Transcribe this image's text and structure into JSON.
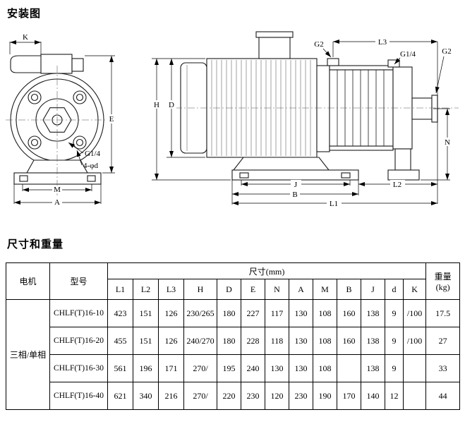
{
  "page": {
    "install_title": "安装图",
    "dims_title": "尺寸和重量"
  },
  "diagram": {
    "front": {
      "k": "K",
      "e": "E",
      "g14": "G1/4",
      "holes": "4-φd",
      "m": "M",
      "a": "A"
    },
    "side": {
      "h": "H",
      "d": "D",
      "g2_top": "G2",
      "l3": "L3",
      "g14": "G1/4",
      "g2_right": "G2",
      "n": "N",
      "j": "J",
      "b": "B",
      "l2": "L2",
      "l1": "L1"
    }
  },
  "table": {
    "headers": {
      "motor": "电机",
      "model": "型号",
      "dims": "尺寸(mm)",
      "weight_line1": "重量",
      "weight_line2": "(kg)",
      "dim_cols": [
        "L1",
        "L2",
        "L3",
        "H",
        "D",
        "E",
        "N",
        "A",
        "M",
        "B",
        "J",
        "d",
        "K"
      ]
    },
    "motor_group": "三相/单相",
    "rows": [
      {
        "model": "CHLF(T)16-10",
        "dims": [
          "423",
          "151",
          "126",
          "230/265",
          "180",
          "227",
          "117",
          "130",
          "108",
          "160",
          "138",
          "9",
          "/100"
        ],
        "weight": "17.5"
      },
      {
        "model": "CHLF(T)16-20",
        "dims": [
          "455",
          "151",
          "126",
          "240/270",
          "180",
          "228",
          "118",
          "130",
          "108",
          "160",
          "138",
          "9",
          "/100"
        ],
        "weight": "27"
      },
      {
        "model": "CHLF(T)16-30",
        "dims": [
          "561",
          "196",
          "171",
          "270/",
          "195",
          "240",
          "130",
          "130",
          "108",
          "",
          "138",
          "9",
          ""
        ],
        "weight": "33"
      },
      {
        "model": "CHLF(T)16-40",
        "dims": [
          "621",
          "340",
          "216",
          "270/",
          "220",
          "230",
          "120",
          "230",
          "190",
          "170",
          "140",
          "12",
          ""
        ],
        "weight": "44"
      }
    ]
  }
}
